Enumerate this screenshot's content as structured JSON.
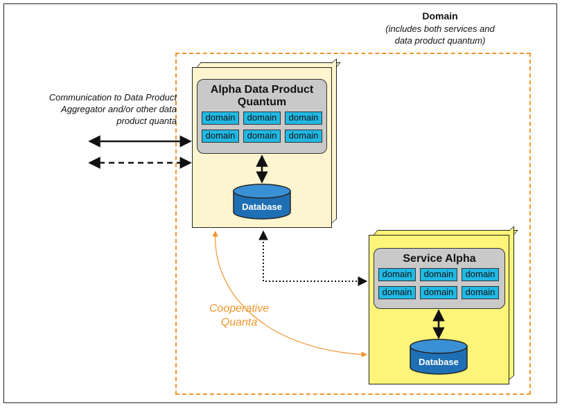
{
  "domain": {
    "title": "Domain",
    "subtitle_line1": "(includes both services and",
    "subtitle_line2": "data product quantum)"
  },
  "communication_note": {
    "line1": "Communication to Data Product",
    "line2": "Aggregator and/or other data",
    "line3": "product quanta"
  },
  "data_product_quantum": {
    "title_line1": "Alpha Data Product",
    "title_line2": "Quantum",
    "components": [
      "domain",
      "domain",
      "domain",
      "domain",
      "domain",
      "domain"
    ],
    "database_label": "Database"
  },
  "service": {
    "title": "Service Alpha",
    "components": [
      "domain",
      "domain",
      "domain",
      "domain",
      "domain",
      "domain"
    ],
    "database_label": "Database"
  },
  "cooperative_label": {
    "line1": "Cooperative",
    "line2": "Quanta"
  },
  "colors": {
    "domain_border": "#f0942a",
    "data_product_fill": "#fdf5cf",
    "service_fill": "#fcf57a",
    "component_fill": "#21b8e3",
    "database_fill": "#1f6fb5",
    "panel_fill": "#c9c9c9"
  }
}
